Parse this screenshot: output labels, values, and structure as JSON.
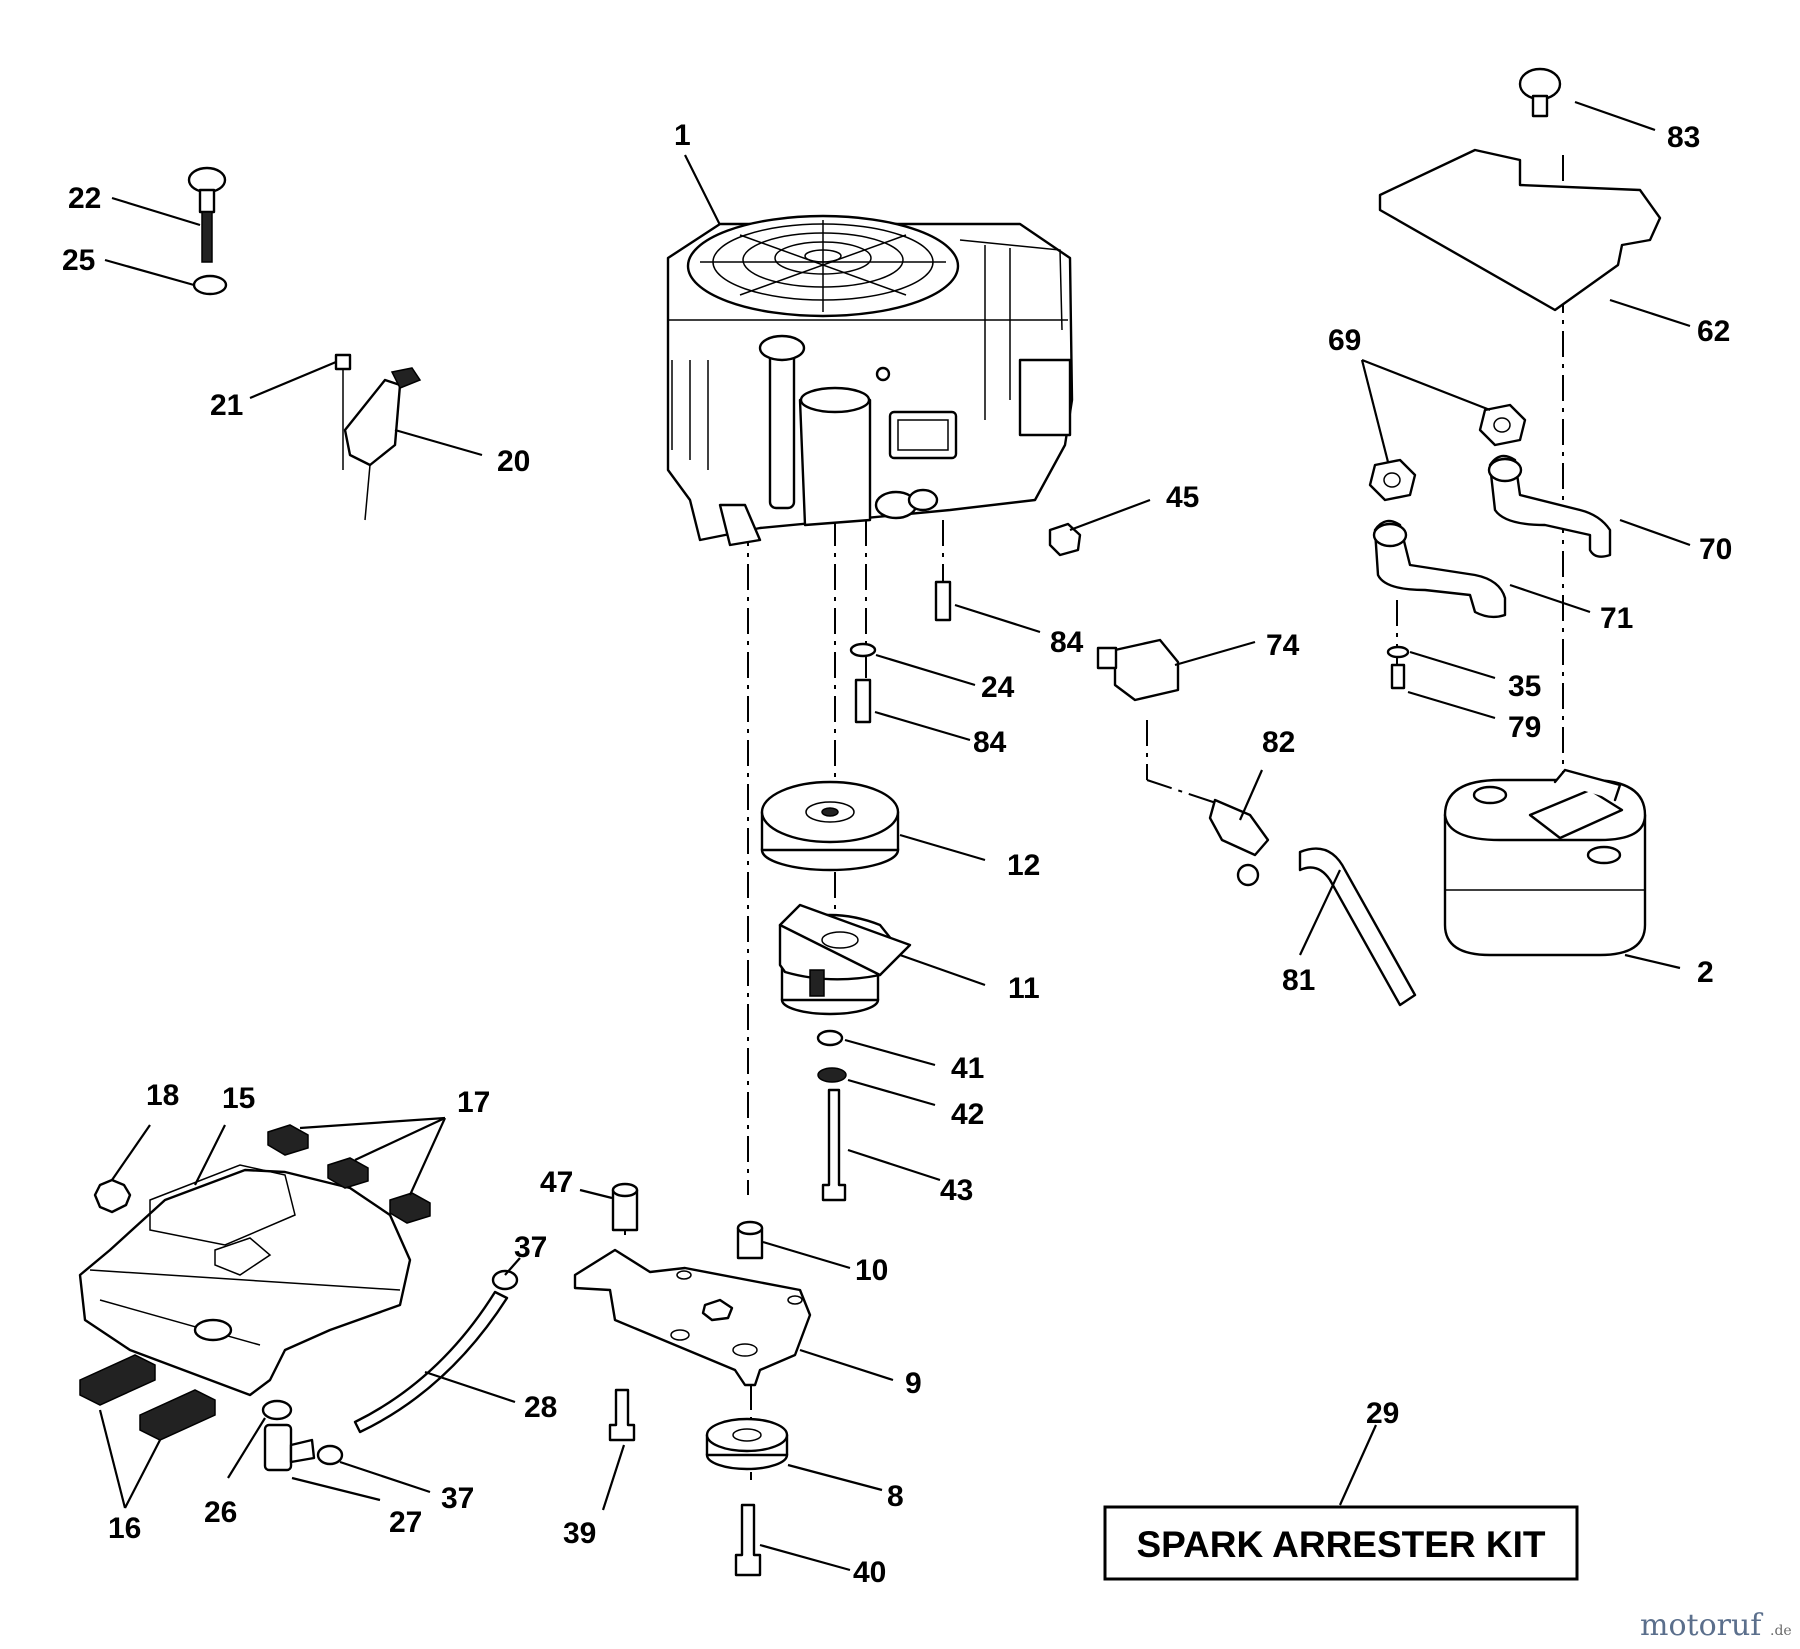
{
  "callouts": [
    "1",
    "2",
    "8",
    "9",
    "10",
    "11",
    "12",
    "15",
    "16",
    "17",
    "18",
    "20",
    "21",
    "22",
    "24",
    "25",
    "26",
    "27",
    "28",
    "29",
    "35",
    "37",
    "39",
    "40",
    "41",
    "42",
    "43",
    "45",
    "47",
    "62",
    "69",
    "70",
    "71",
    "74",
    "79",
    "81",
    "82",
    "83",
    "84"
  ],
  "kit_label": "SPARK ARRESTER KIT",
  "watermark": {
    "brand": "motoruf",
    "suffix": ".de",
    "brand_color": "#5b6f8c"
  }
}
